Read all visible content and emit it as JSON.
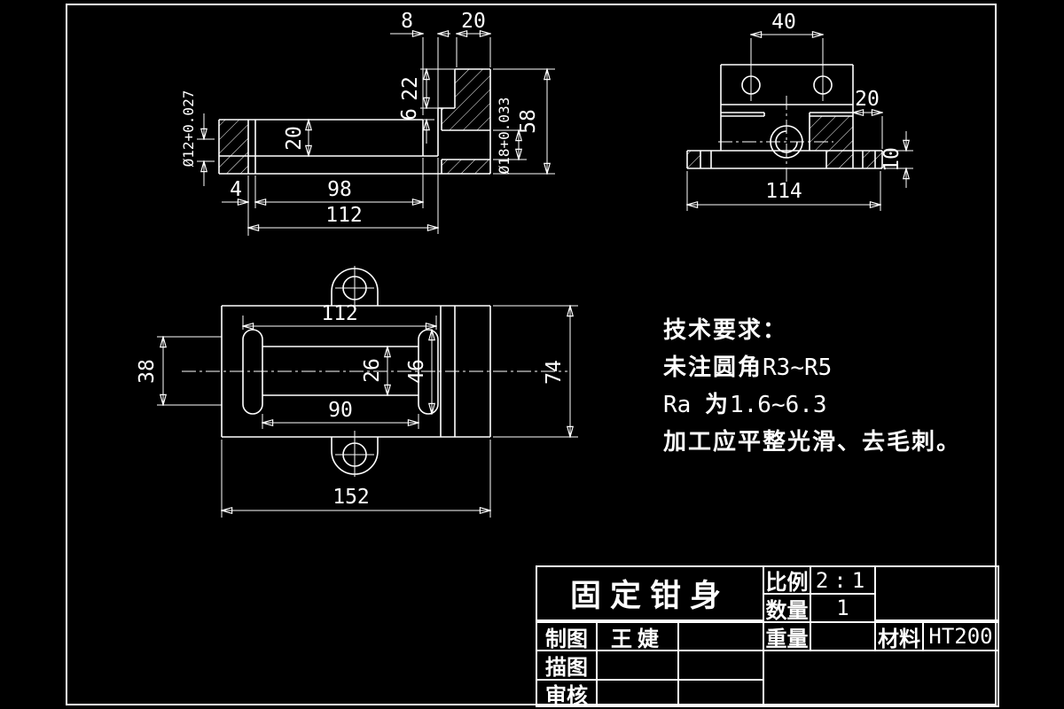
{
  "colors": {
    "background": "#000000",
    "line": "#ffffff"
  },
  "views": {
    "section_view": {
      "dims": {
        "d8": "8",
        "d20_top": "20",
        "d22": "22",
        "d6": "6",
        "d58": "58",
        "dia18": "Ø18+0.033",
        "d20_slot": "20",
        "dia12": "Ø12+0.027",
        "d4": "4",
        "d98": "98",
        "d112": "112"
      }
    },
    "front_view": {
      "dims": {
        "d40": "40",
        "d20": "20",
        "d10": "10",
        "d114": "114"
      }
    },
    "plan_view": {
      "dims": {
        "d112": "112",
        "d26": "26",
        "d46": "46",
        "d90": "90",
        "d38": "38",
        "d74": "74",
        "d152": "152"
      }
    }
  },
  "tech_requirements": {
    "title": "技术要求：",
    "r1_cjk": "未注圆角",
    "r1_val": "R3~R5",
    "r2_pre": "Ra ",
    "r2_cjk": "为",
    "r2_val": "1.6~6.3",
    "r3": "加工应平整光滑、去毛刺。"
  },
  "title_block": {
    "part_name": "固定钳身",
    "scale_label": "比例",
    "scale_value": "2:1",
    "qty_label": "数量",
    "qty_value": "1",
    "weight_label": "重量",
    "weight_value": "",
    "material_label": "材料",
    "material_value": "HT200",
    "drawn_label": "制图",
    "drawn_value": "王婕",
    "traced_label": "描图",
    "traced_value": "",
    "checked_label": "审核",
    "checked_value": ""
  }
}
